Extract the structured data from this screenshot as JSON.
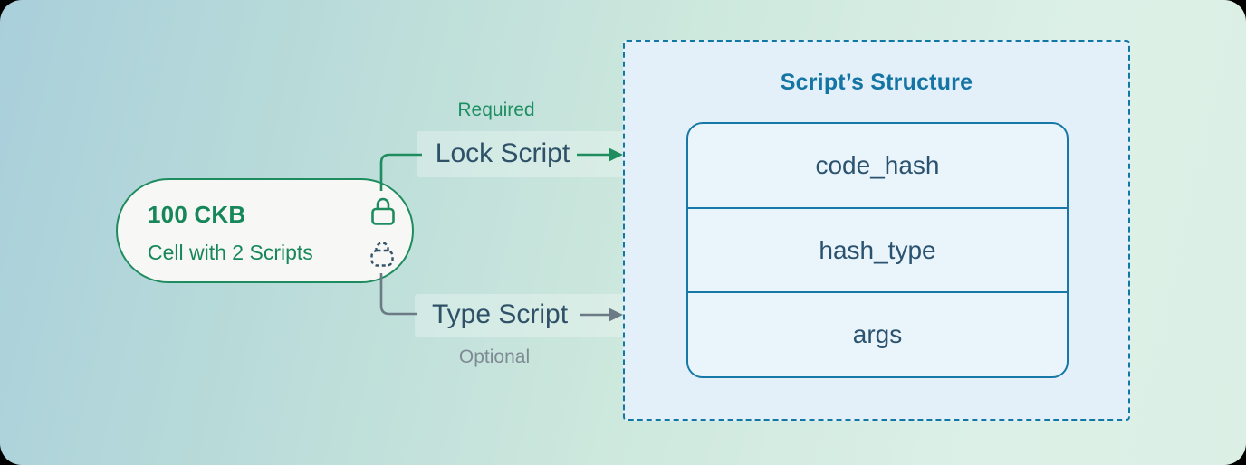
{
  "cell": {
    "amount": "100 CKB",
    "label": "Cell with 2 Scripts"
  },
  "lock_script": {
    "label": "Lock Script",
    "annotation": "Required"
  },
  "type_script": {
    "label": "Type Script",
    "annotation": "Optional"
  },
  "structure": {
    "title": "Script’s Structure",
    "fields": [
      "code_hash",
      "hash_type",
      "args"
    ]
  },
  "icons": {
    "lock_solid": "lock-icon",
    "lock_dashed": "dashed-lock-icon"
  },
  "colors": {
    "green": "#1e8c5e",
    "dark_slate": "#2e5168",
    "panel_blue": "#1177a4",
    "title_blue": "#1474a4",
    "gray": "#7e8a94",
    "panel_bg": "#e4f0f9",
    "pill_bg": "#f7f8f5"
  }
}
